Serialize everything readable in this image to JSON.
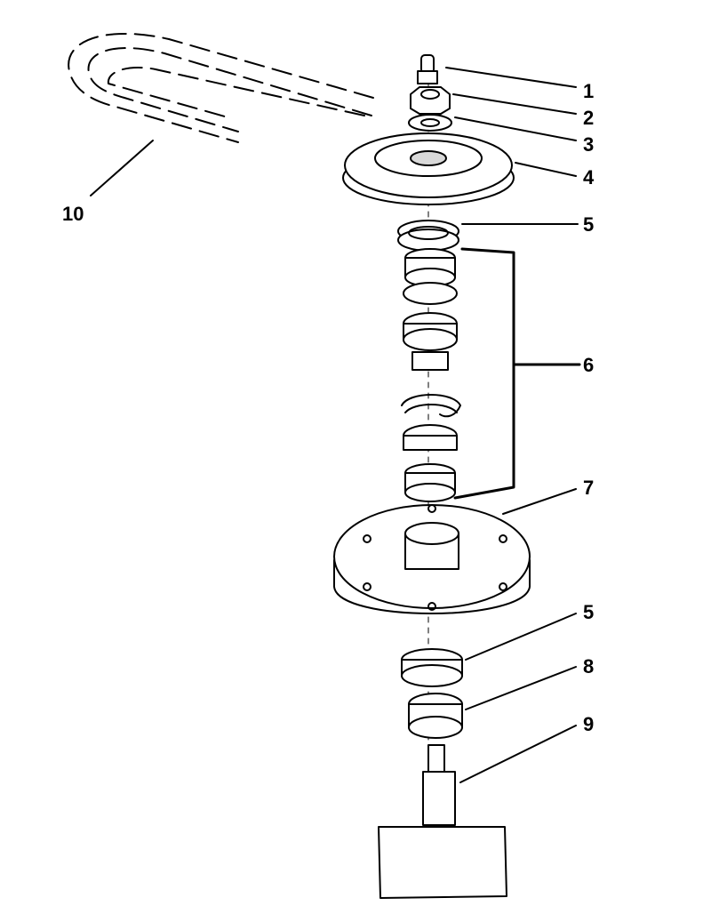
{
  "callouts": [
    {
      "id": "1",
      "label": "1",
      "part": "grease-fitting"
    },
    {
      "id": "2",
      "label": "2",
      "part": "nut"
    },
    {
      "id": "3",
      "label": "3",
      "part": "washer"
    },
    {
      "id": "4",
      "label": "4",
      "part": "pulley"
    },
    {
      "id": "5a",
      "label": "5",
      "part": "seal-upper"
    },
    {
      "id": "6",
      "label": "6",
      "part": "bearing-set"
    },
    {
      "id": "7",
      "label": "7",
      "part": "spindle-housing"
    },
    {
      "id": "5b",
      "label": "5",
      "part": "seal-lower"
    },
    {
      "id": "8",
      "label": "8",
      "part": "bearing-lower"
    },
    {
      "id": "9",
      "label": "9",
      "part": "spindle-shaft"
    },
    {
      "id": "10",
      "label": "10",
      "part": "belt"
    }
  ],
  "colors": {
    "ink": "#000000",
    "paper": "#ffffff",
    "shade": "#d9d9d9"
  }
}
